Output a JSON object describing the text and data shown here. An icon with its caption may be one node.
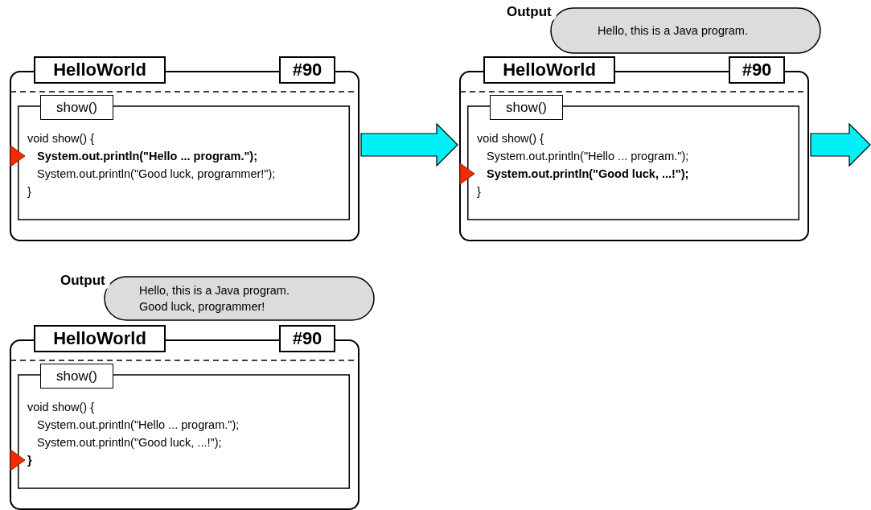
{
  "diagram": {
    "nodes": [
      {
        "text": [],
        "shape": "box"
      },
      {
        "text": [
          "HelloWorld"
        ]
      },
      {
        "text": [
          "#90"
        ]
      },
      {
        "text": [
          "show()",
          "void show() {",
          "System.out.println(\"Hello ... program.\");",
          "System.out.println(\"Good luck, programmer!\");",
          "}"
        ],
        "in": 0
      },
      {
        "text": [
          "Output",
          "Hello, this is a Java program."
        ]
      },
      {
        "text": [],
        "shape": "box"
      },
      {
        "text": [
          "HelloWorld"
        ]
      },
      {
        "text": [
          "#90"
        ]
      },
      {
        "text": [
          "show()",
          "void show() {",
          "System.out.println(\"Hello ... program.\");",
          "System.out.println(\"Good luck, ...!\");",
          "}"
        ],
        "in": 5
      },
      {
        "text": [
          "Output",
          "Hello, this is a Java program.",
          "Good luck, programmer!"
        ]
      },
      {
        "text": [],
        "shape": "box"
      },
      {
        "text": [
          "HelloWorld"
        ]
      },
      {
        "text": [
          "#90"
        ]
      },
      {
        "text": [
          "show()",
          "void show() {",
          "System.out.println(\"Hello ... program.\");",
          "System.out.println(\"Good luck, ...!\");",
          "}"
        ],
        "in": 10
      }
    ],
    "edges": [
      {
        "from": 0,
        "to": 5,
        "arrow": "to"
      },
      {
        "from": 5,
        "to": null,
        "arrow": "to"
      }
    ]
  }
}
